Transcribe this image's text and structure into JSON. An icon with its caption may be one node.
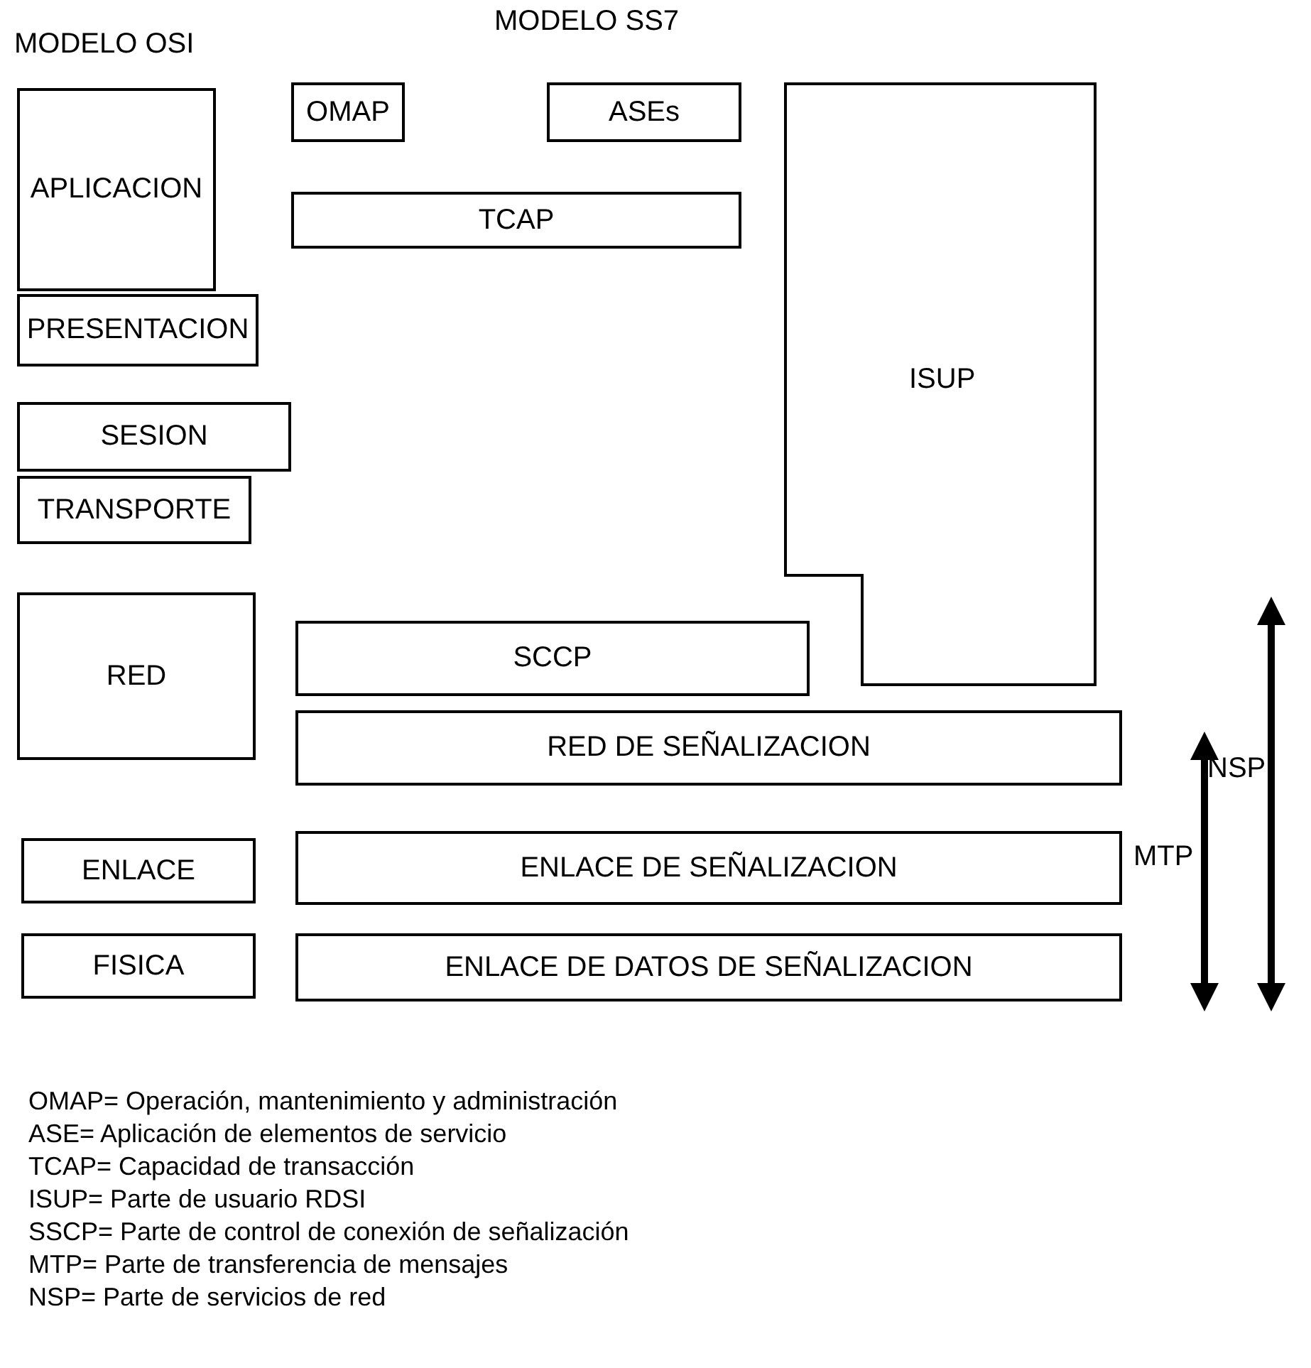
{
  "diagram": {
    "nodes": [
      {
        "text": [
          "APLICACION"
        ]
      },
      {
        "text": [
          "OMAP"
        ]
      },
      {
        "text": [
          "ASEs"
        ]
      },
      {
        "text": [
          "ISUP"
        ]
      },
      {
        "text": [
          "TCAP"
        ]
      },
      {
        "text": [
          "PRESENTACION"
        ]
      },
      {
        "text": [
          "SESION"
        ]
      },
      {
        "text": [
          "TRANSPORTE"
        ]
      },
      {
        "text": [
          "RED"
        ]
      },
      {
        "text": [
          "SCCP"
        ]
      },
      {
        "text": [
          "RED DE SEÑALIZACION"
        ]
      },
      {
        "text": [
          "ENLACE"
        ]
      },
      {
        "text": [
          "ENLACE DE SEÑALIZACION"
        ]
      },
      {
        "text": [
          "FISICA"
        ]
      },
      {
        "text": [
          "ENLACE DE DATOS DE SEÑALIZACION"
        ]
      }
    ],
    "labels": [
      "MODELO OSI",
      "MODELO SS7",
      "NSP",
      "MTP",
      "OMAP= Operación, mantenimiento y administración",
      "ASE= Aplicación de elementos de servicio",
      "TCAP= Capacidad de transacción",
      "ISUP= Parte de usuario RDSI",
      "SSCP= Parte de control de conexión de señalización",
      "MTP= Parte de transferencia de mensajes",
      "NSP= Parte de servicios de red"
    ]
  }
}
